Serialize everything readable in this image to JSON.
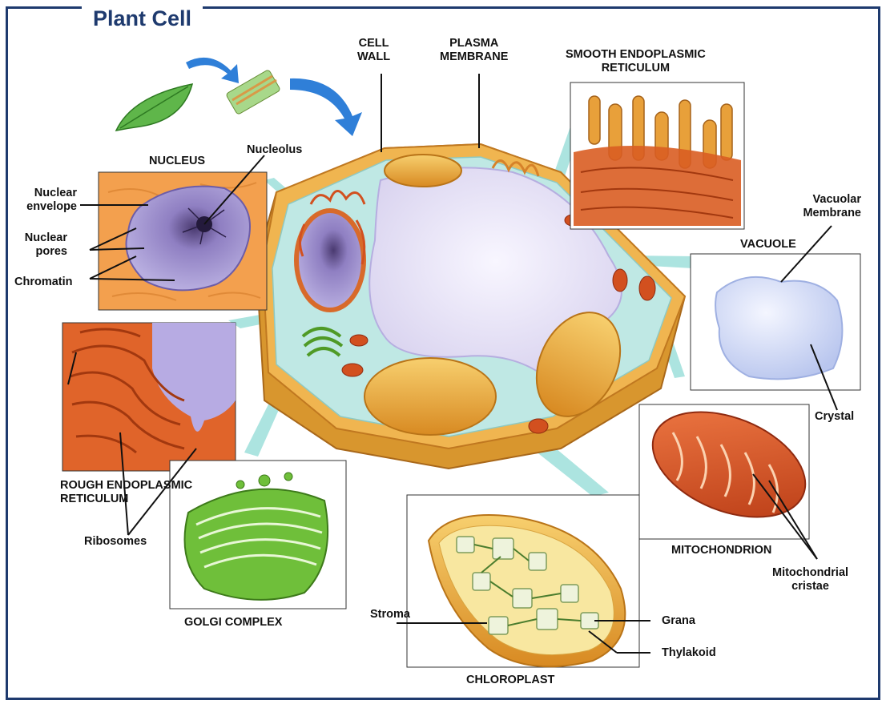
{
  "title": "Plant Cell",
  "labels": {
    "cell_wall": "CELL\nWALL",
    "plasma_membrane": "PLASMA\nMEMBRANE",
    "smooth_er": "SMOOTH ENDOPLASMIC\nRETICULUM",
    "nucleus": "NUCLEUS",
    "nucleolus": "Nucleolus",
    "nuclear_envelope": "Nuclear\nenvelope",
    "nuclear_pores": "Nuclear\npores",
    "chromatin": "Chromatin",
    "vacuolar_membrane": "Vacuolar\nMembrane",
    "vacuole": "VACUOLE",
    "crystal": "Crystal",
    "rough_er": "ROUGH ENDOPLASMIC\nRETICULUM",
    "ribosomes": "Ribosomes",
    "golgi": "GOLGI COMPLEX",
    "mitochondrion": "MITOCHONDRION",
    "mito_cristae": "Mitochondrial\ncristae",
    "stroma": "Stroma",
    "grana": "Grana",
    "thylakoid": "Thylakoid",
    "chloroplast": "CHLOROPLAST"
  },
  "colors": {
    "frame": "#1e3a6e",
    "cell_wall": "#e8a23a",
    "cytoplasm": "#bfe8e4",
    "vacuole": "#e6e2f4",
    "nucleus": "#8f7fc2",
    "chloroplast": "#f0b84f",
    "organelle_red": "#d2501f",
    "golgi": "#6fbf3a",
    "arrow": "#2f7fd8",
    "leaf": "#5fb64a"
  }
}
